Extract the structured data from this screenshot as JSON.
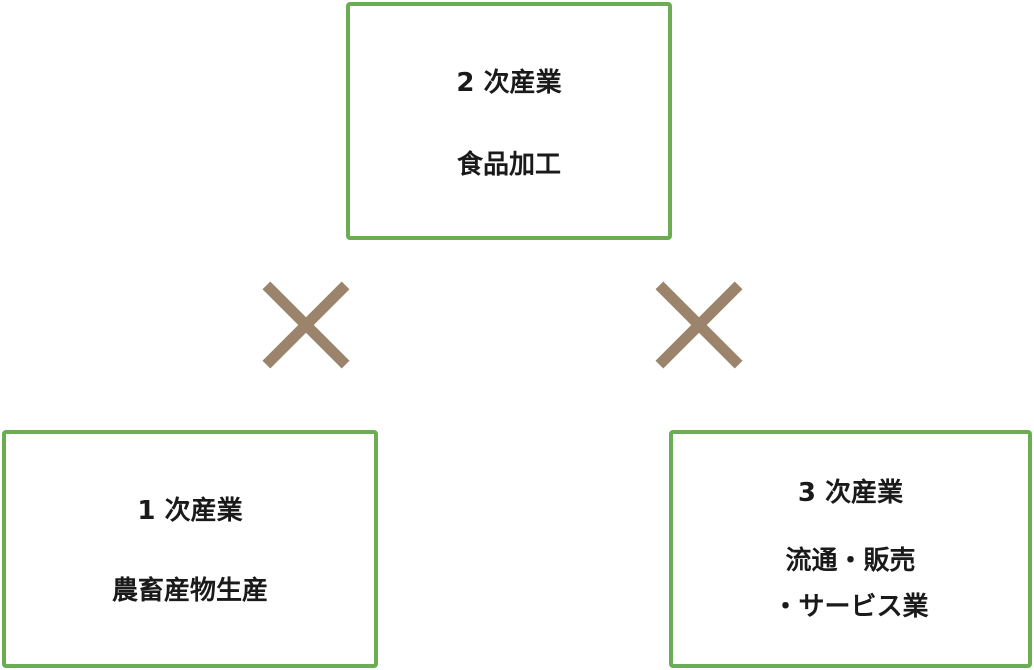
{
  "secondary": {
    "title": "2 次産業",
    "description": "食品加工"
  },
  "primary": {
    "title": "1 次産業",
    "description": "農畜産物生産"
  },
  "tertiary": {
    "title": "3 次産業",
    "description_line1": "流通・販売",
    "description_line2": "・サービス業"
  },
  "colors": {
    "box_border": "#6aad52",
    "cross": "#9b846b",
    "text": "#1a1a1a"
  }
}
